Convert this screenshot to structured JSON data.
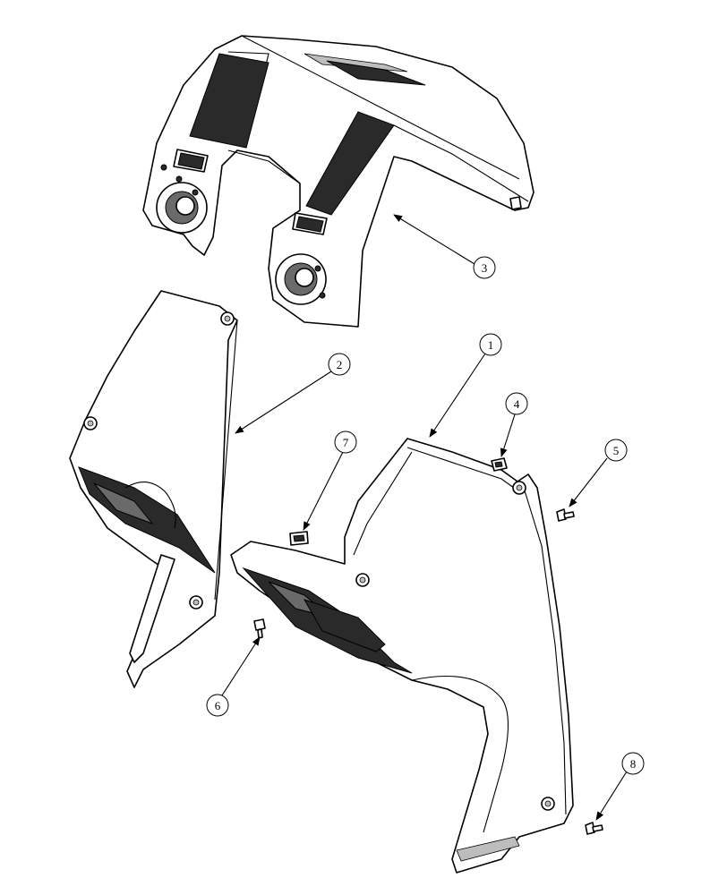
{
  "callouts": [
    {
      "id": "1",
      "label": "1"
    },
    {
      "id": "2",
      "label": "2"
    },
    {
      "id": "3",
      "label": "3"
    },
    {
      "id": "4",
      "label": "4"
    },
    {
      "id": "5",
      "label": "5"
    },
    {
      "id": "6",
      "label": "6"
    },
    {
      "id": "7",
      "label": "7"
    },
    {
      "id": "8",
      "label": "8"
    }
  ],
  "colors": {
    "line": "#000000",
    "background": "#ffffff",
    "shading": "#2a2a2a"
  }
}
